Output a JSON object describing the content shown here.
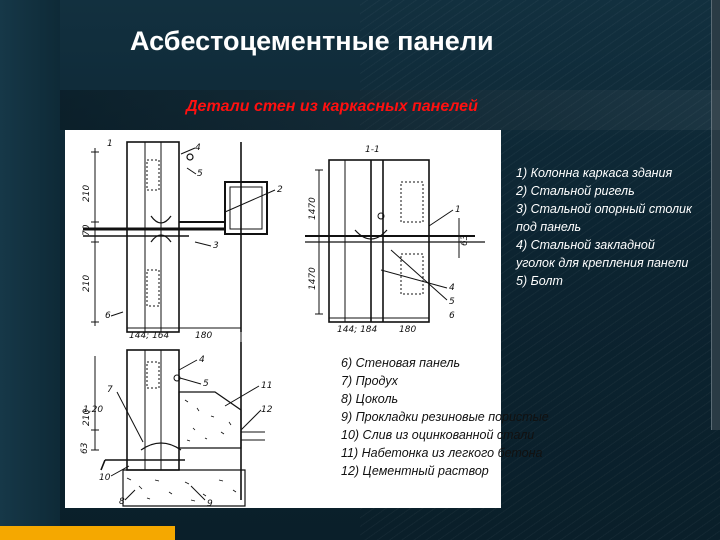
{
  "slide": {
    "title": "Асбестоцементные панели",
    "subtitle": "Детали стен из каркасных панелей"
  },
  "colors": {
    "background": "#0d2633",
    "title": "#ffffff",
    "subtitle": "#ff1010",
    "accent_bar": "#f5a800"
  },
  "drawing": {
    "section_label": "1-1",
    "callouts": [
      "1",
      "2",
      "3",
      "4",
      "5",
      "6",
      "7",
      "8",
      "9",
      "10",
      "11",
      "12"
    ],
    "dimensions": [
      "210",
      "70",
      "210",
      "144; 164",
      "180",
      "1470",
      "1470",
      "144; 184",
      "180",
      "63",
      "1,20",
      "210",
      "63"
    ]
  },
  "legend_top": [
    "1) Колонна каркаса здания",
    "2) Стальной ригель",
    "3) Стальной опорный столик под панель",
    "4) Стальной закладной уголок для крепления панели",
    "5) Болт"
  ],
  "legend_bottom": [
    "6) Стеновая панель",
    "7) Продух",
    "8) Цоколь",
    "9) Прокладки резиновые пористые",
    "10) Слив из оцинкованной стали",
    "11) Набетонка из легкого бетона",
    "12) Цементный раствор"
  ]
}
